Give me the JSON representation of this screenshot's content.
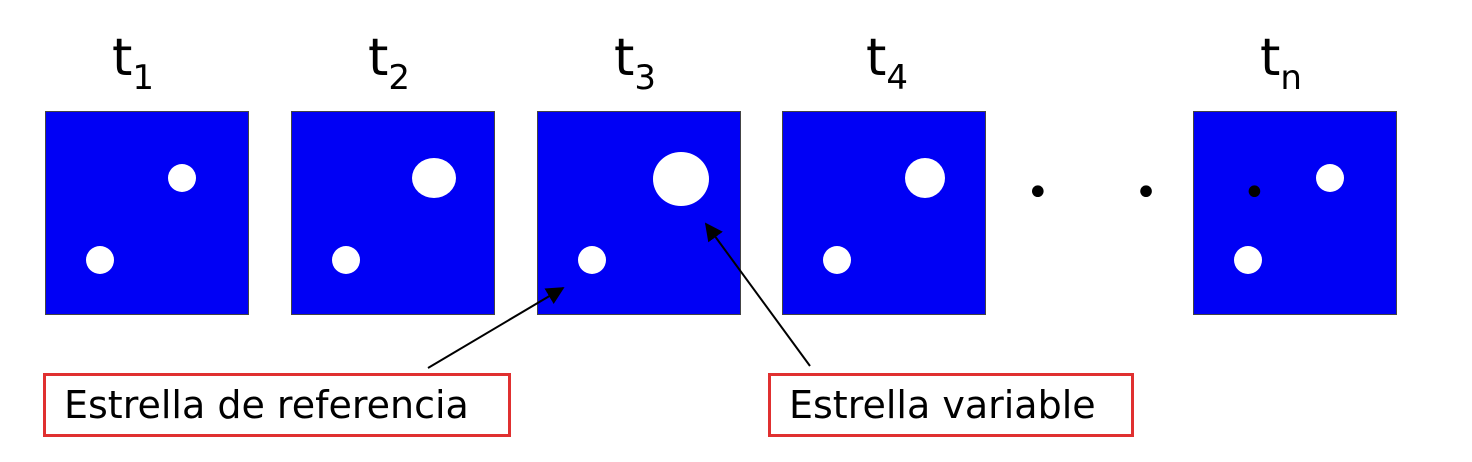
{
  "frames": [
    {
      "label_base": "t",
      "label_sub": "1"
    },
    {
      "label_base": "t",
      "label_sub": "2"
    },
    {
      "label_base": "t",
      "label_sub": "3"
    },
    {
      "label_base": "t",
      "label_sub": "4"
    },
    {
      "label_base": "t",
      "label_sub": "n"
    }
  ],
  "ellipsis": "• • •",
  "callouts": {
    "reference": "Estrella de referencia",
    "variable": "Estrella variable"
  },
  "colors": {
    "frame": "#0000f5",
    "star": "#ffffff",
    "callout_border": "#e03030"
  }
}
